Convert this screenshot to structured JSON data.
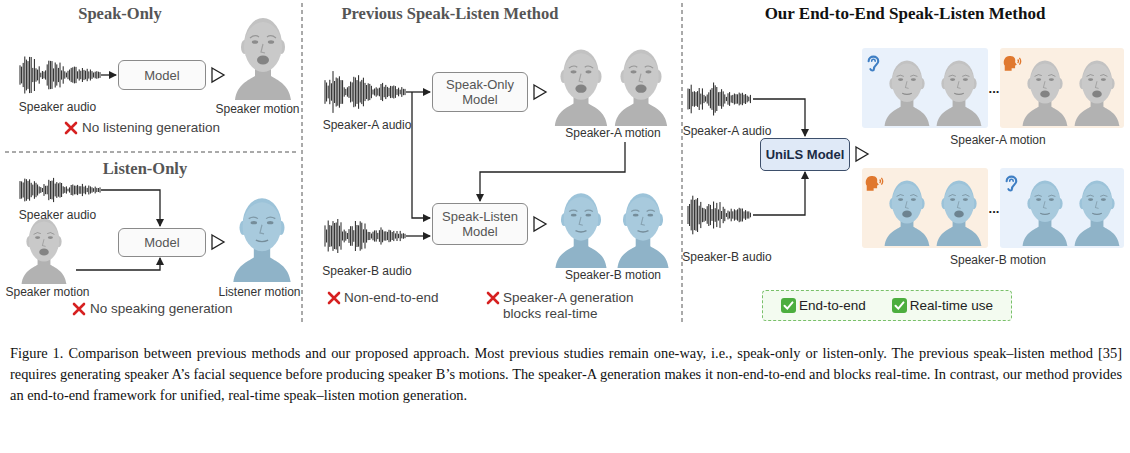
{
  "diagram": {
    "caption": "Figure 1. Comparison between previous methods and our proposed approach. Most previous studies remain one-way, i.e., speak-only or listen-only. The previous speak–listen method [35] requires generating speaker A’s facial sequence before producing speaker B’s motions. The speaker-A generation makes it non-end-to-end and blocks real-time. In contrast, our method provides an end-to-end framework for unified, real-time speak–listen motion generation.",
    "nodes": [
      {
        "text": [
          "Model"
        ]
      },
      {
        "text": [
          "Model"
        ]
      },
      {
        "text": [
          "Speak-Only Model"
        ]
      },
      {
        "text": [
          "Speak-Listen Model"
        ]
      },
      {
        "text": [
          "UniLS Model"
        ]
      },
      {
        "text": [
          "End-to-end",
          "Real-time use"
        ]
      }
    ],
    "labels": [
      "Speak-Only",
      "Speaker audio",
      "Speaker motion",
      "No listening generation",
      "Listen-Only",
      "Speaker audio",
      "Speaker motion",
      "Listener motion",
      "No speaking generation",
      "Previous Speak-Listen Method",
      "Speaker-A audio",
      "Speaker-A motion",
      "Speaker-B audio",
      "Speaker-B motion",
      "Non-end-to-end",
      "Speaker-A generation blocks real-time",
      "Our End-to-End Speak-Listen Method",
      "Speaker-A audio",
      "Speaker-B audio",
      "...",
      "Speaker-A motion",
      "...",
      "Speaker-B motion"
    ]
  }
}
